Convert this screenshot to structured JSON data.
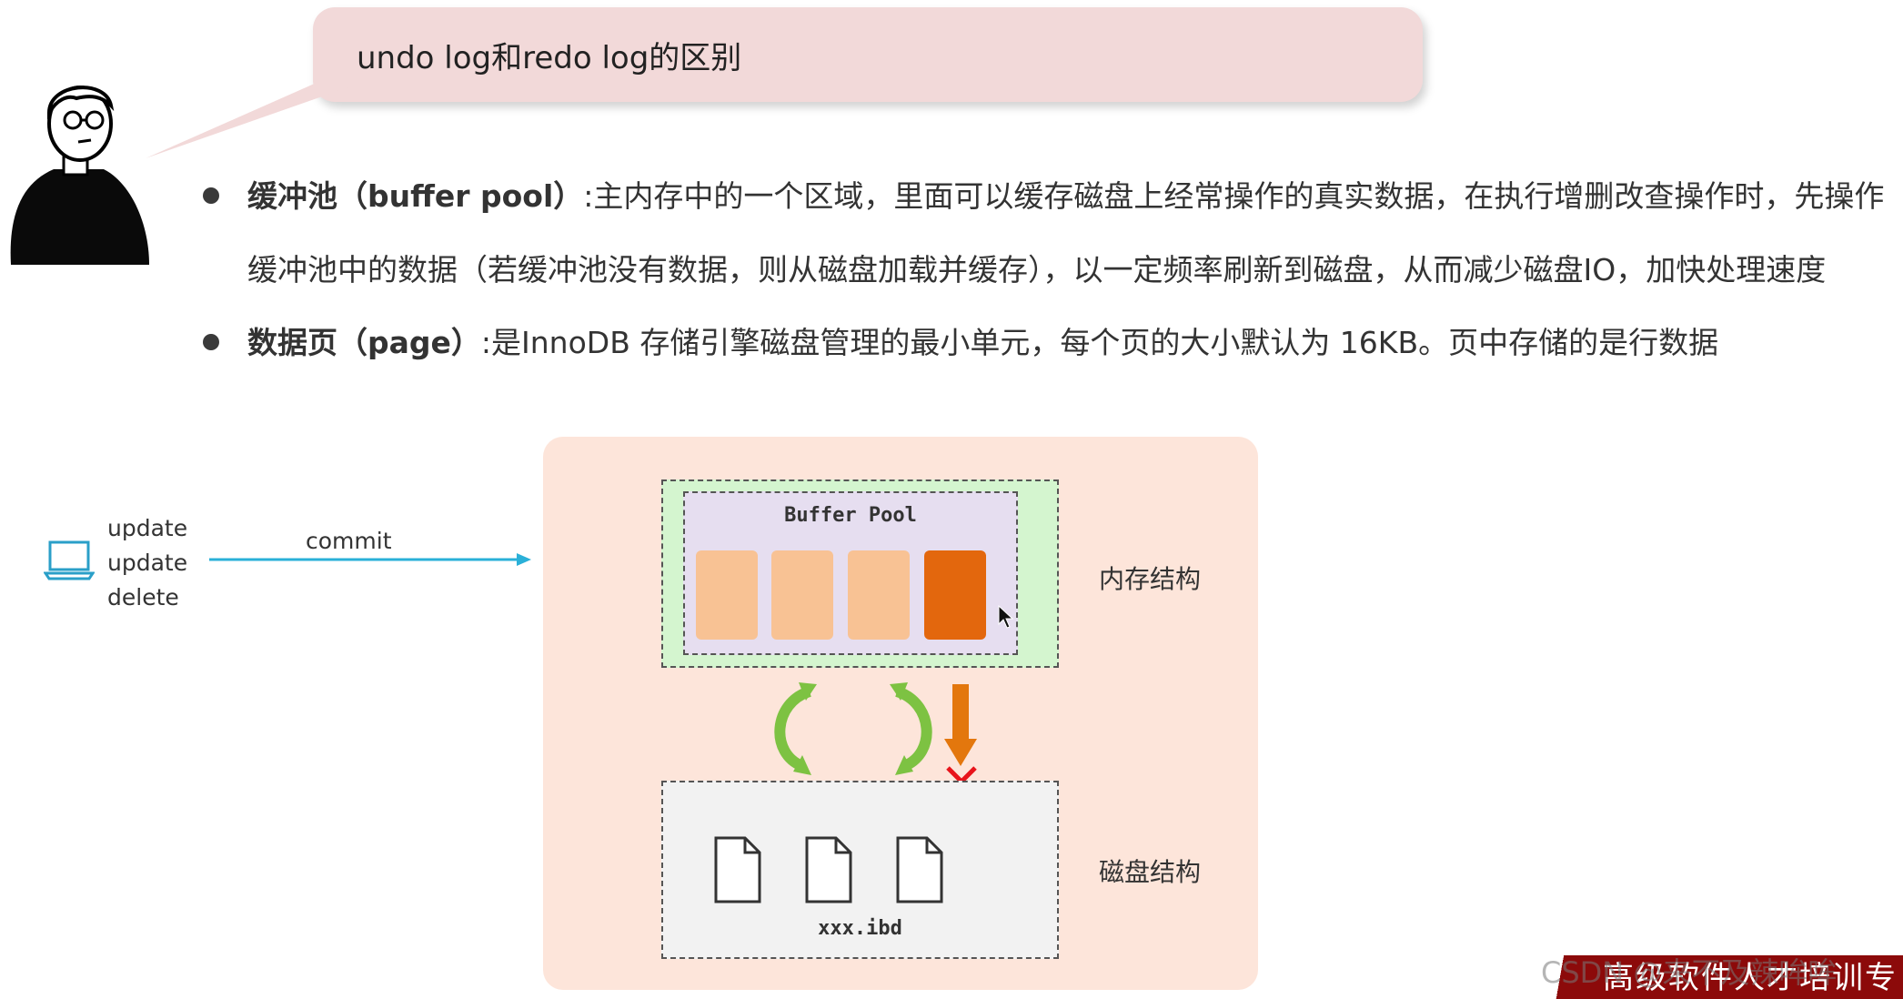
{
  "bubble": {
    "title": "undo log和redo log的区别"
  },
  "bullets": [
    {
      "term": "缓冲池（buffer pool）",
      "line1": ":主内存中的一个区域，里面可以缓存磁盘上经常操作的真实数据，在执行增删改查操作时，先操作",
      "line2": "缓冲池中的数据（若缓冲池没有数据，则从磁盘加载并缓存），以一定频率刷新到磁盘，从而减少磁盘IO，加快处理速度"
    },
    {
      "term": "数据页（page）",
      "line1": ":是InnoDB 存储引擎磁盘管理的最小单元，每个页的大小默认为 16KB。页中存储的是行数据"
    }
  ],
  "client": {
    "operations": [
      "update",
      "update",
      "delete"
    ],
    "commit_label": "commit",
    "icon": "laptop-icon"
  },
  "diagram": {
    "buffer_pool_title": "Buffer Pool",
    "memory_label": "内存结构",
    "disk_label": "磁盘结构",
    "disk_file": "xxx.ibd",
    "colors": {
      "page_clean": "#f8c294",
      "page_dirty": "#e3670d",
      "memory_bg": "#d4f5cf",
      "sync_arrow": "#7dc242",
      "flush_arrow": "#e3770d",
      "fail_mark": "#e8141b"
    }
  },
  "watermark": {
    "banner": "高级软件人才培训专",
    "overlay": "CSDN @来不及辣哞哞"
  }
}
